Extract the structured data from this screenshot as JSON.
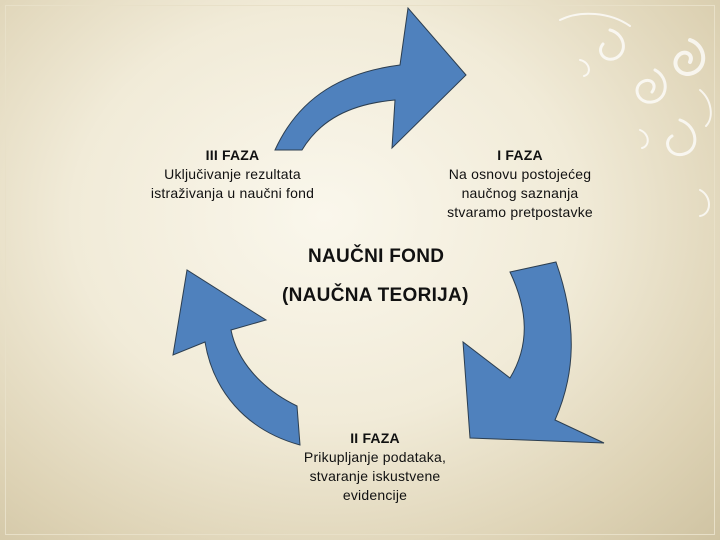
{
  "diagram": {
    "phases": [
      {
        "title": "I FAZA",
        "description": "Na osnovu postojećeg naučnog saznanja stvaramo pretpostavke"
      },
      {
        "title": "II FAZA",
        "description": "Prikupljanje podataka, stvaranje iskustvene evidencije"
      },
      {
        "title": "III FAZA",
        "description": "Uključivanje rezultata istraživanja u naučni fond"
      }
    ],
    "center": {
      "line1": "NAUČNI FOND",
      "line2": "(NAUČNA TEORIJA)"
    }
  },
  "colors": {
    "arrow_fill": "#4f81bd",
    "arrow_stroke": "#2c3e50",
    "swirl": "#ffffff",
    "background": "#f1ebd8"
  }
}
